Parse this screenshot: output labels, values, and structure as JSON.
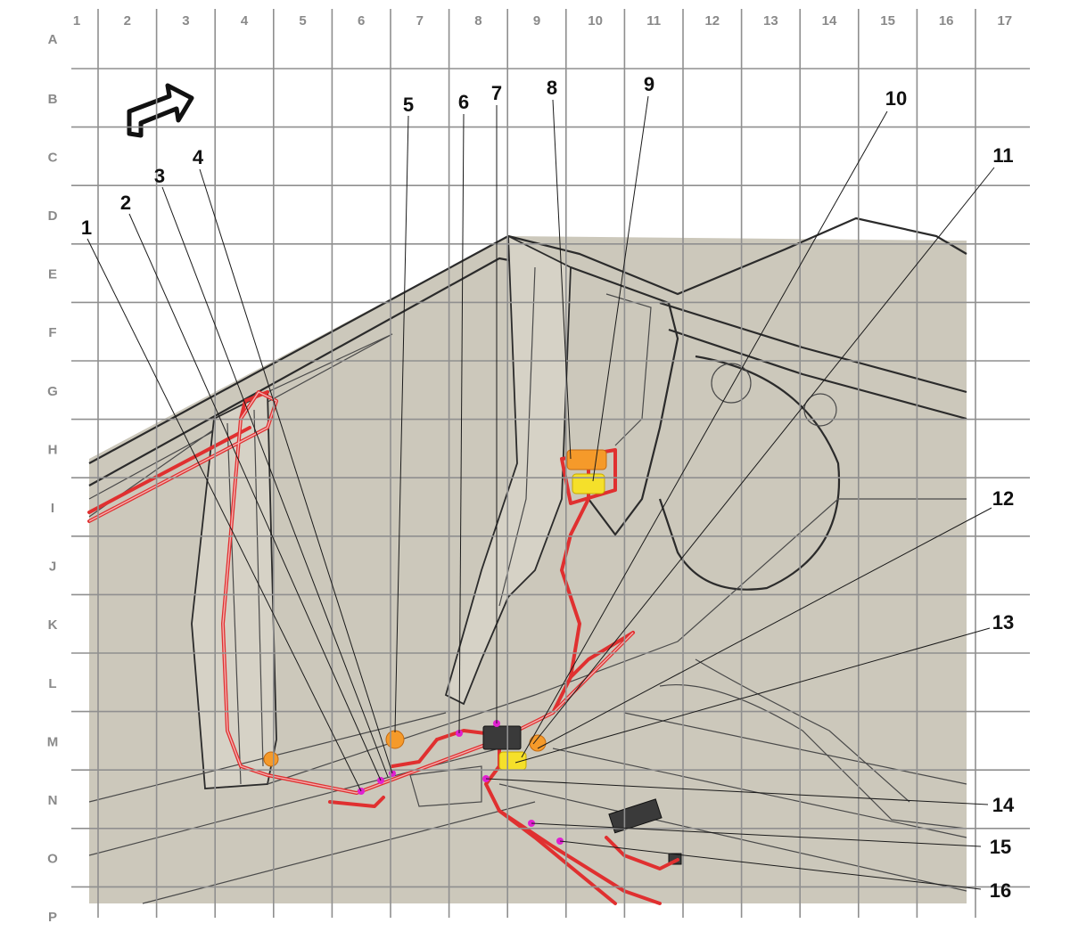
{
  "grid": {
    "columns": [
      "1",
      "2",
      "3",
      "4",
      "5",
      "6",
      "7",
      "8",
      "9",
      "10",
      "11",
      "12",
      "13",
      "14",
      "15",
      "16",
      "17"
    ],
    "rows": [
      "A",
      "B",
      "C",
      "D",
      "E",
      "F",
      "G",
      "H",
      "I",
      "J",
      "K",
      "L",
      "M",
      "N",
      "O",
      "P"
    ]
  },
  "callouts": [
    "1",
    "2",
    "3",
    "4",
    "5",
    "6",
    "7",
    "8",
    "9",
    "10",
    "11",
    "12",
    "13",
    "14",
    "15",
    "16"
  ],
  "colors": {
    "background": "#ccc8bb",
    "grid": "#8f8f8f",
    "harness": "#e03030",
    "connector_orange": "#f59a2a",
    "connector_yellow": "#f5e02a",
    "locator_dot": "#e020d0"
  },
  "icons": {
    "direction_arrow": "front-direction-arrow-icon"
  }
}
